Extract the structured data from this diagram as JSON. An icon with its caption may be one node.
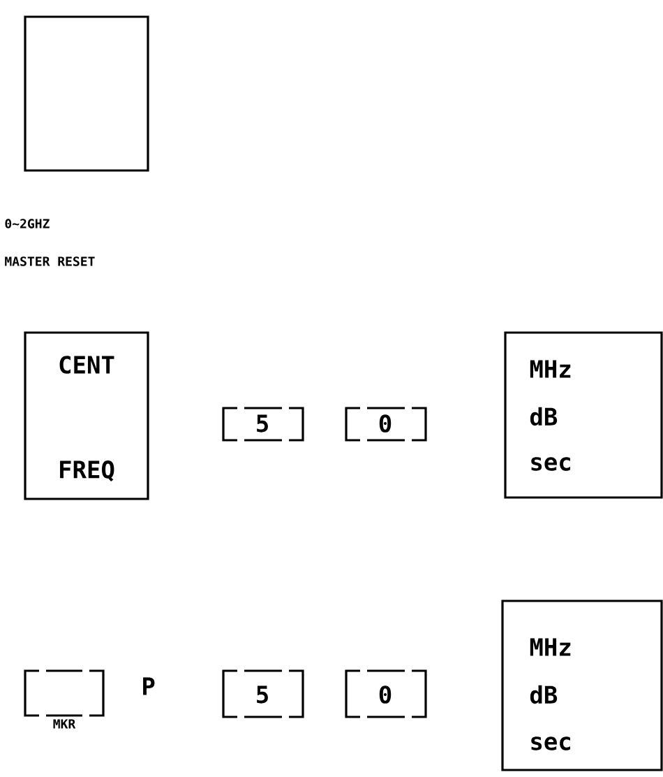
{
  "diagram": {
    "nodes": [
      {
        "text": [],
        "shape": "box",
        "beside": [
          "0~2GHZ",
          "MASTER RESET"
        ]
      },
      {
        "text": [
          "CENT",
          "FREQ"
        ]
      },
      {
        "text": [
          "5"
        ]
      },
      {
        "text": [
          "0"
        ]
      },
      {
        "text": [
          "MHz",
          "dB",
          "sec"
        ]
      },
      {
        "text": [
          "MKR"
        ],
        "beside": [
          "P"
        ]
      },
      {
        "text": [
          "5"
        ]
      },
      {
        "text": [
          "0"
        ]
      },
      {
        "text": [
          "MHz",
          "dB",
          "sec"
        ]
      }
    ]
  }
}
